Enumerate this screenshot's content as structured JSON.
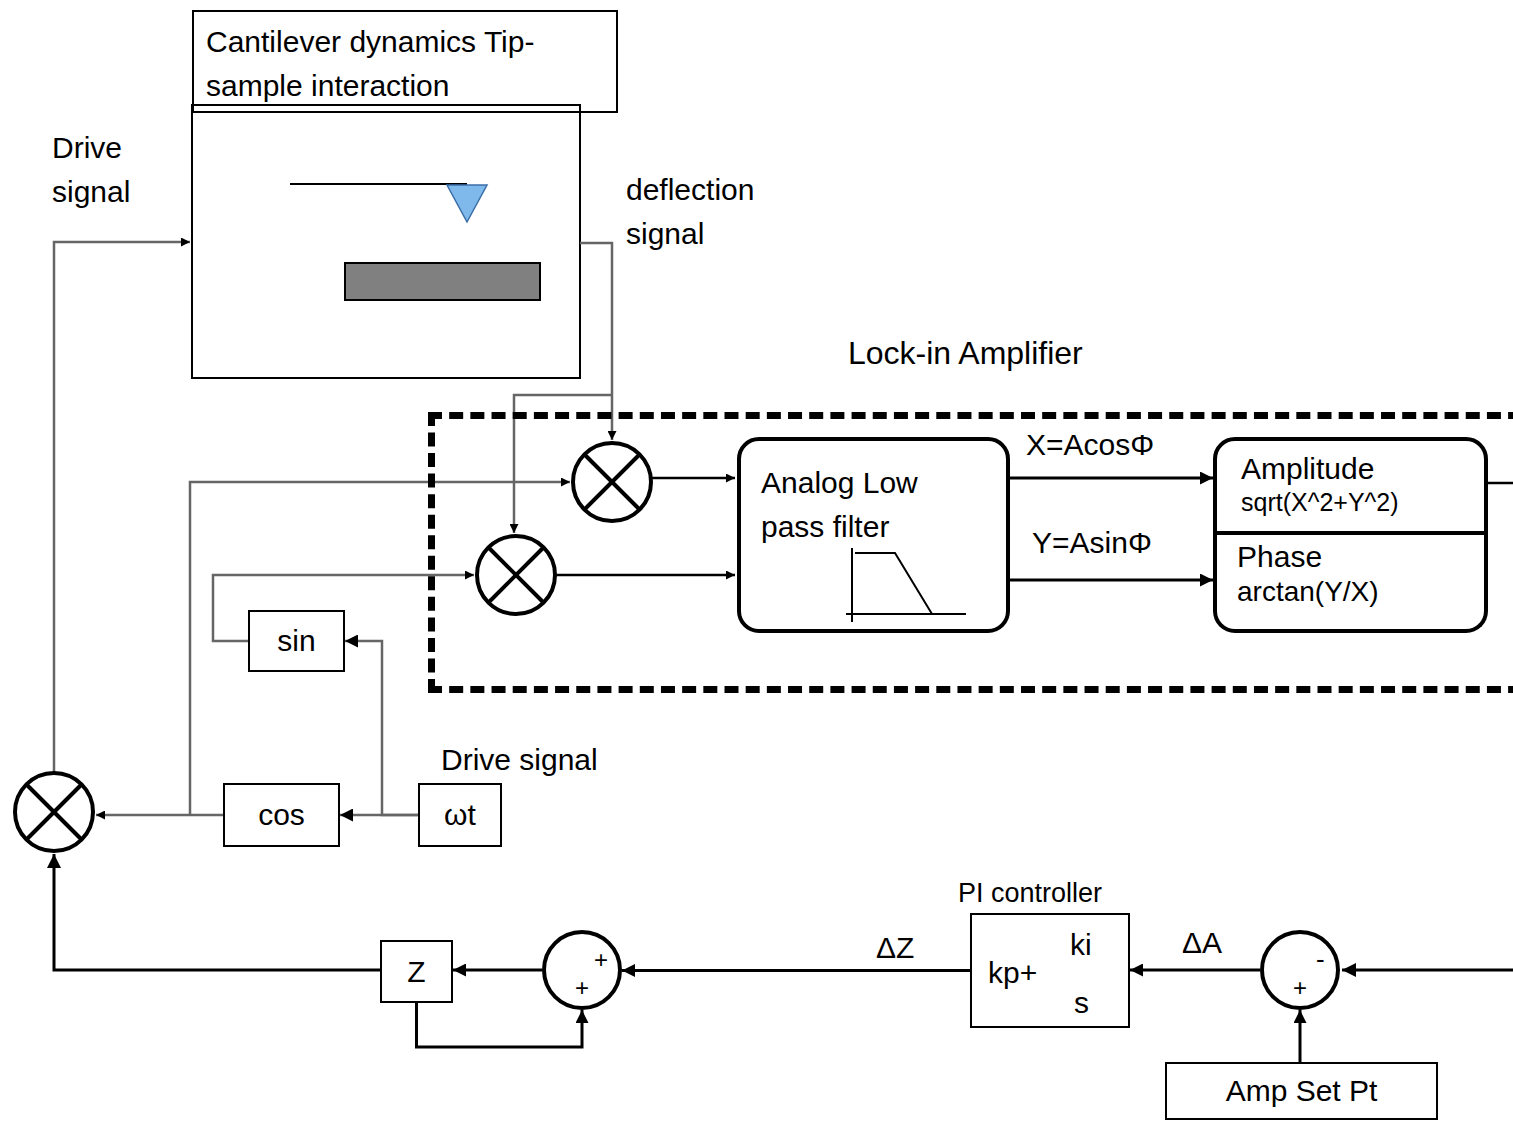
{
  "diagram": {
    "nodes": [
      {
        "text": [
          "Cantilever dynamics Tip-sample interaction"
        ]
      },
      {
        "text": [
          "Lock-in Amplifier"
        ]
      },
      {
        "text": [
          "Analog Low pass filter"
        ],
        "in": 1
      },
      {
        "text": [
          "Amplitude",
          "sqrt(X^2+Y^2)"
        ],
        "in": 1
      },
      {
        "text": [
          "Phase",
          "arctan(Y/X)"
        ],
        "in": 1
      },
      {
        "text": [
          "sin"
        ]
      },
      {
        "text": [
          "cos"
        ]
      },
      {
        "text": [
          "ωt"
        ]
      },
      {
        "text": [
          "PI controller",
          "kp+",
          "ki",
          "s"
        ]
      },
      {
        "text": [
          "Z"
        ]
      },
      {
        "text": [
          "+",
          "+"
        ]
      },
      {
        "text": [
          "-",
          "+"
        ]
      },
      {
        "text": [
          "Amp Set Pt"
        ]
      }
    ],
    "edges": [
      {
        "from": 7,
        "to": 6,
        "arrow": "to"
      },
      {
        "from": 7,
        "to": 5,
        "arrow": "to"
      },
      {
        "from": 2,
        "to": 3,
        "label": "X=AcosΦ",
        "arrow": "to"
      },
      {
        "from": 2,
        "to": 4,
        "label": "Y=AsinΦ",
        "arrow": "to"
      },
      {
        "from": 11,
        "to": 8,
        "label": "ΔA",
        "arrow": "to"
      },
      {
        "from": 8,
        "to": 10,
        "label": "ΔZ",
        "arrow": "to"
      },
      {
        "from": 10,
        "to": 9,
        "arrow": "to"
      },
      {
        "from": 9,
        "to": 10,
        "arrow": "to"
      },
      {
        "from": 12,
        "to": 11,
        "arrow": "to"
      }
    ],
    "labels": [
      "Drive signal",
      "deflection signal",
      "Drive signal"
    ]
  }
}
